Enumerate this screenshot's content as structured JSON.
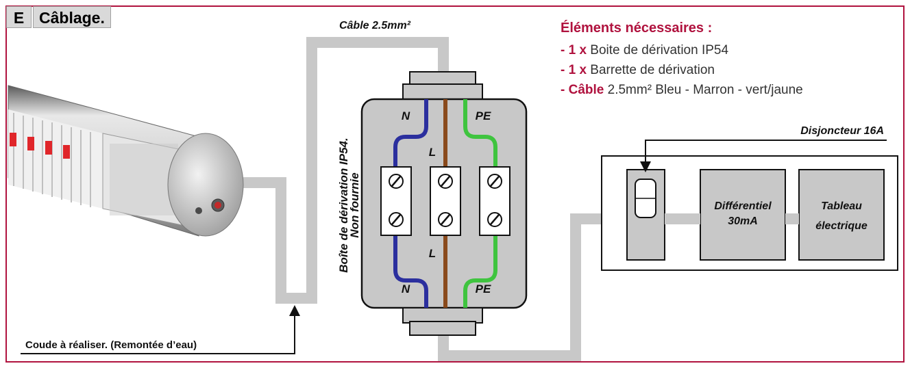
{
  "header": {
    "section_letter": "E",
    "section_title": "Câblage."
  },
  "labels": {
    "cable": "Câble 2.5mm²",
    "box_line1": "Boîte de dérivation IP54.",
    "box_line2": "Non fournie",
    "elbow": "Coude à réaliser. (Remontée d’eau)",
    "breaker": "Disjoncteur 16A",
    "differential_line1": "Différentiel",
    "differential_line2": "30mA",
    "panel_line1": "Tableau",
    "panel_line2": "électrique"
  },
  "terminals": {
    "n_top": "N",
    "l_top": "L",
    "pe_top": "PE",
    "n_bottom": "N",
    "l_bottom": "L",
    "pe_bottom": "PE"
  },
  "requirements": {
    "title": "Éléments nécessaires :",
    "items": [
      {
        "accent": "- 1 x",
        "text": " Boite de dérivation IP54"
      },
      {
        "accent": "- 1 x",
        "text": " Barrette de dérivation"
      },
      {
        "accent": "- Câble",
        "text": " 2.5mm² Bleu - Marron - vert/jaune"
      }
    ]
  },
  "colors": {
    "accent": "#b0123e",
    "cable_grey": "#c8c8c8",
    "wire_neutral": "#2b2f9e",
    "wire_live": "#8a4a1c",
    "wire_earth": "#3fc43f"
  }
}
